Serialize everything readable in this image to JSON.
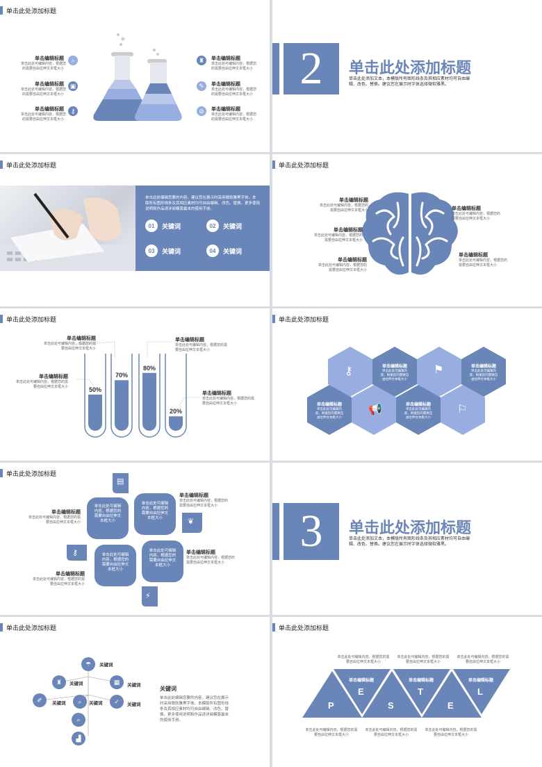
{
  "slides": {
    "s1": {
      "title": "单击此处添加标题",
      "left_items": [
        {
          "heading": "单击编辑标题",
          "body1": "单击此处可编辑内容，根据您",
          "body2": "的需要自由拉伸文本框大小"
        },
        {
          "heading": "单击编辑标题",
          "body1": "单击此处可编辑内容，根据您",
          "body2": "的需要自由拉伸文本框大小"
        },
        {
          "heading": "单击编辑标题",
          "body1": "单击此处可编辑内容，根据您",
          "body2": "的需要自由拉伸文本框大小"
        }
      ],
      "right_items": [
        {
          "heading": "单击编辑标题",
          "body1": "单击此处可编辑内容，根据您",
          "body2": "的需要自由拉伸文本框大小"
        },
        {
          "heading": "单击编辑标题",
          "body1": "单击此处可编辑内容，根据您",
          "body2": "的需要自由拉伸文本框大小"
        },
        {
          "heading": "单击编辑标题",
          "body1": "单击此处可编辑内容，根据您",
          "body2": "的需要自由拉伸文本框大小"
        }
      ]
    },
    "s2": {
      "number": "2",
      "title": "单击此处添加标题",
      "body1": "单击此处添加文本，本模版所有图形线条及其相应素材均可自由编",
      "body2": "辑、改色、替换。建议您在展示时字体选择微软雅黑。"
    },
    "s3": {
      "title": "单击此处添加标题",
      "body1": "单击此处编辑您要的内容，建议您在展示时采用微软雅黑字体。本",
      "body2": "版所有图形线条及其相应素材均可自由编辑、改色、替换。更多使用",
      "body3": "说明和作品请详阅模版最末的使用手册。",
      "keywords": [
        {
          "num": "01",
          "label": "关键词"
        },
        {
          "num": "02",
          "label": "关键词"
        },
        {
          "num": "03",
          "label": "关键词"
        },
        {
          "num": "04",
          "label": "关键词"
        }
      ]
    },
    "s4": {
      "title": "单击此处添加标题",
      "items": [
        {
          "heading": "单击编辑标题",
          "body1": "单击此处可编辑内容，根据您的",
          "body2": "需要自由拉伸文本框大小"
        },
        {
          "heading": "单击编辑标题",
          "body1": "单击此处可编辑内容，根据您的",
          "body2": "需要自由拉伸文本框大小"
        },
        {
          "heading": "单击编辑标题",
          "body1": "单击此处可编辑内容，根据您的",
          "body2": "需要自由拉伸文本框大小"
        },
        {
          "heading": "单击编辑标题",
          "body1": "单击此处可编辑内容，根据您的",
          "body2": "需要自由拉伸文本框大小"
        },
        {
          "heading": "单击编辑标题",
          "body1": "单击此处可编辑内容，根据您的",
          "body2": "需要自由拉伸文本框大小"
        }
      ]
    },
    "s5": {
      "title": "单击此处添加标题",
      "tubes": [
        {
          "label": "50%",
          "value": 50
        },
        {
          "label": "70%",
          "value": 70
        },
        {
          "label": "80%",
          "value": 80
        },
        {
          "label": "20%",
          "value": 20
        }
      ],
      "items": [
        {
          "heading": "单击编辑标题",
          "body1": "单击此处可编辑内容，根据您的需",
          "body2": "要自由拉伸文本框大小"
        },
        {
          "heading": "单击编辑标题",
          "body1": "单击此处可编辑内容，根据您的需",
          "body2": "要自由拉伸文本框大小"
        },
        {
          "heading": "单击编辑标题",
          "body1": "单击此处可编辑内容，根据您的需",
          "body2": "要自由拉伸文本框大小"
        },
        {
          "heading": "单击编辑标题",
          "body1": "单击此处可编辑内容，根据您的需",
          "body2": "要自由拉伸文本框大小"
        }
      ]
    },
    "s6": {
      "title": "单击此处添加标题",
      "hexes": [
        {
          "heading": "单击编辑标题",
          "body1": "单击此处可编辑内",
          "body2": "容，根据您的需要自",
          "body3": "由拉伸文本框大小"
        },
        {
          "heading": "单击编辑标题",
          "body1": "单击此处可编辑内",
          "body2": "容，根据您的需要自",
          "body3": "由拉伸文本框大小"
        },
        {
          "heading": "单击编辑标题",
          "body1": "单击此处可编辑内",
          "body2": "容，根据您的需要自",
          "body3": "由拉伸文本框大小"
        },
        {
          "heading": "单击编辑标题",
          "body1": "单击此处可编辑内",
          "body2": "容，根据您的需要自",
          "body3": "由拉伸文本框大小"
        }
      ]
    },
    "s7": {
      "title": "单击此处添加标题",
      "boxes": [
        {
          "l1": "单击此处可编辑",
          "l2": "内容，根据您的",
          "l3": "需要自由拉伸文",
          "l4": "本框大小"
        },
        {
          "l1": "单击此处可编辑",
          "l2": "内容，根据您的",
          "l3": "需要自由拉伸文",
          "l4": "本框大小"
        },
        {
          "l1": "单击此处可编辑",
          "l2": "内容，根据您的",
          "l3": "需要自由拉伸文",
          "l4": "本框大小"
        },
        {
          "l1": "单击此处可编辑",
          "l2": "内容，根据您的",
          "l3": "需要自由拉伸文",
          "l4": "本框大小"
        }
      ],
      "items": [
        {
          "heading": "单击编辑标题",
          "body1": "单击此处可编辑内容，根据您的",
          "body2": "需要自由拉伸文本框大小"
        },
        {
          "heading": "单击编辑标题",
          "body1": "单击此处可编辑内容，根据您的",
          "body2": "需要自由拉伸文本框大小"
        },
        {
          "heading": "单击编辑标题",
          "body1": "单击此处可编辑内容，根据您的需",
          "body2": "要自由拉伸文本框大小"
        },
        {
          "heading": "单击编辑标题",
          "body1": "单击此处可编辑内容，根据您的需",
          "body2": "要自由拉伸文本框大小"
        }
      ]
    },
    "s8": {
      "number": "3",
      "title": "单击此处添加标题",
      "body1": "单击此处添加文本，本模版所有图形线条及其相应素材均可自由编",
      "body2": "辑、改色、替换。建议您在展示时字体选择微软雅黑。"
    },
    "s9": {
      "title": "单击此处添加标题",
      "keyword": "关键词",
      "tree_labels": [
        "关键词",
        "关键词",
        "关键词",
        "关键词",
        "关键词",
        "关键词"
      ],
      "side_heading": "关键词",
      "side_body": [
        "单击此处编辑您要的内容，建议您在展示",
        "时采用微软雅黑字体。本模版所有图形线",
        "条及其相应素材均可自由编辑、改色、替",
        "换。更多使用说明和作品请详阅模版最末",
        "的使用手册。"
      ]
    },
    "s10": {
      "title": "单击此处添加标题",
      "letters": [
        "P",
        "E",
        "S",
        "T",
        "E",
        "L"
      ],
      "tri_labels": [
        "单击编辑标题",
        "单击编辑标题",
        "单击编辑标题"
      ],
      "top_items": [
        {
          "body1": "单击此处可编辑内容，根据您的需",
          "body2": "要自由拉伸文本框大小"
        },
        {
          "body1": "单击此处可编辑内容，根据您的需",
          "body2": "要自由拉伸文本框大小"
        },
        {
          "body1": "单击此处可编辑内容，根据您的需",
          "body2": "要自由拉伸文本框大小"
        }
      ],
      "bottom_items": [
        {
          "body1": "单击此处可编辑内容，根据您的需",
          "body2": "要自由拉伸文本框大小"
        },
        {
          "body1": "单击此处可编辑内容，根据您的需",
          "body2": "要自由拉伸文本框大小"
        },
        {
          "body1": "单击此处可编辑内容，根据您的需",
          "body2": "要自由拉伸文本框大小"
        }
      ]
    }
  },
  "colors": {
    "accent": "#6a86b8",
    "accent_light": "#98ade0",
    "background": "#d8dbe2"
  }
}
